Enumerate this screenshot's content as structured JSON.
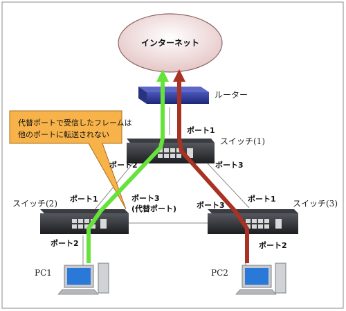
{
  "internet": {
    "label": "インターネット"
  },
  "router": {
    "label": "ルーター"
  },
  "switches": {
    "s1": {
      "label": "スイッチ(1)",
      "port1": "ポート1",
      "port2": "ポート2",
      "port3": "ポート3"
    },
    "s2": {
      "label": "スイッチ(2)",
      "port1": "ポート1",
      "port2": "ポート2",
      "port3_line1": "ポート3",
      "port3_line2": "(代替ポート)"
    },
    "s3": {
      "label": "スイッチ(3)",
      "port1": "ポート1",
      "port2": "ポート2",
      "port3": "ポート3"
    }
  },
  "pcs": {
    "pc1": "PC1",
    "pc2": "PC2"
  },
  "callout": {
    "line1": "代替ポートで受信したフレームは",
    "line2": "他のポートに転送されない"
  },
  "colors": {
    "green_path": "#66e23a",
    "red_path": "#a83224",
    "callout_fill": "#f7b24a",
    "cloud_fill": "#efd6d6"
  }
}
